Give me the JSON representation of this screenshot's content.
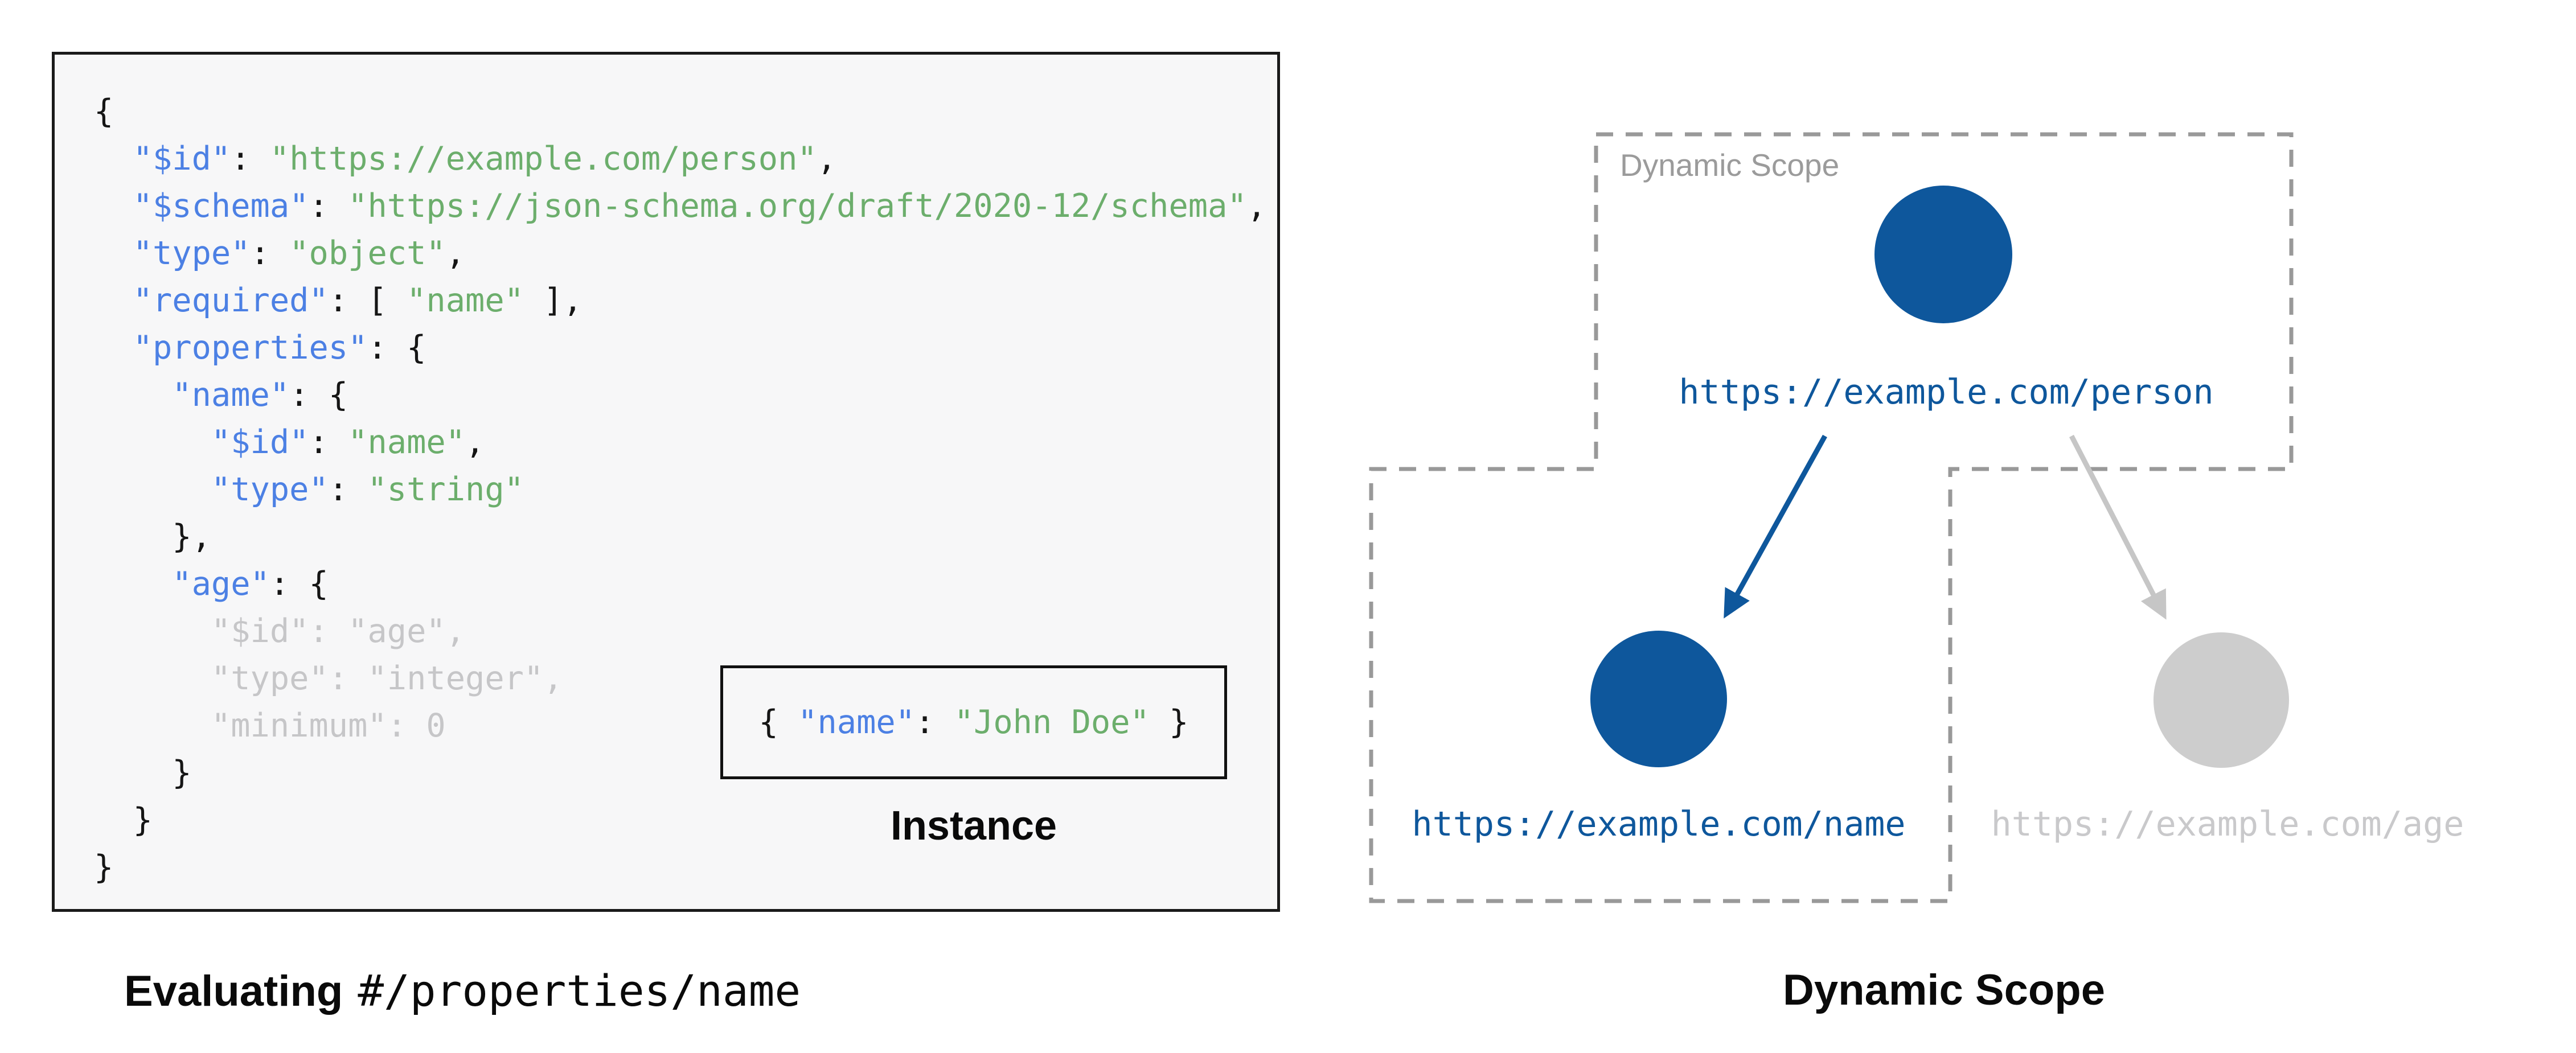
{
  "colors": {
    "node_active_blue": "#0e579c",
    "node_inactive_gray": "#cdcdcd",
    "arrow_inactive_gray": "#c6c6c6",
    "code_key_blue": "#4c80e4",
    "code_string_green": "#6cae6c",
    "code_muted_gray": "#c6c6c8",
    "dashed_border_gray": "#999999",
    "code_panel_bg": "#f7f7f8"
  },
  "schema_panel": {
    "code_lines": [
      [
        {
          "c": "punct",
          "t": "{"
        }
      ],
      [
        {
          "c": "punct",
          "t": "  "
        },
        {
          "c": "key",
          "t": "\"$id\""
        },
        {
          "c": "punct",
          "t": ": "
        },
        {
          "c": "str",
          "t": "\"https://example.com/person\""
        },
        {
          "c": "punct",
          "t": ","
        }
      ],
      [
        {
          "c": "punct",
          "t": "  "
        },
        {
          "c": "key",
          "t": "\"$schema\""
        },
        {
          "c": "punct",
          "t": ": "
        },
        {
          "c": "str",
          "t": "\"https://json-schema.org/draft/2020-12/schema\""
        },
        {
          "c": "punct",
          "t": ","
        }
      ],
      [
        {
          "c": "punct",
          "t": "  "
        },
        {
          "c": "key",
          "t": "\"type\""
        },
        {
          "c": "punct",
          "t": ": "
        },
        {
          "c": "str",
          "t": "\"object\""
        },
        {
          "c": "punct",
          "t": ","
        }
      ],
      [
        {
          "c": "punct",
          "t": "  "
        },
        {
          "c": "key",
          "t": "\"required\""
        },
        {
          "c": "punct",
          "t": ": [ "
        },
        {
          "c": "str",
          "t": "\"name\""
        },
        {
          "c": "punct",
          "t": " ],"
        }
      ],
      [
        {
          "c": "punct",
          "t": "  "
        },
        {
          "c": "key",
          "t": "\"properties\""
        },
        {
          "c": "punct",
          "t": ": {"
        }
      ],
      [
        {
          "c": "punct",
          "t": "    "
        },
        {
          "c": "key",
          "t": "\"name\""
        },
        {
          "c": "punct",
          "t": ": {"
        }
      ],
      [
        {
          "c": "punct",
          "t": "      "
        },
        {
          "c": "key",
          "t": "\"$id\""
        },
        {
          "c": "punct",
          "t": ": "
        },
        {
          "c": "str",
          "t": "\"name\""
        },
        {
          "c": "punct",
          "t": ","
        }
      ],
      [
        {
          "c": "punct",
          "t": "      "
        },
        {
          "c": "key",
          "t": "\"type\""
        },
        {
          "c": "punct",
          "t": ": "
        },
        {
          "c": "str",
          "t": "\"string\""
        }
      ],
      [
        {
          "c": "punct",
          "t": "    },"
        }
      ],
      [
        {
          "c": "punct",
          "t": "    "
        },
        {
          "c": "key",
          "t": "\"age\""
        },
        {
          "c": "punct",
          "t": ": {"
        }
      ],
      [
        {
          "c": "muted",
          "t": "      \"$id\": \"age\","
        }
      ],
      [
        {
          "c": "muted",
          "t": "      \"type\": \"integer\","
        }
      ],
      [
        {
          "c": "muted",
          "t": "      \"minimum\": 0"
        }
      ],
      [
        {
          "c": "punct",
          "t": "    }"
        }
      ],
      [
        {
          "c": "punct",
          "t": "  }"
        }
      ],
      [
        {
          "c": "punct",
          "t": "}"
        }
      ]
    ],
    "instance_box": {
      "code_lines": [
        [
          {
            "c": "punct",
            "t": "{ "
          },
          {
            "c": "key",
            "t": "\"name\""
          },
          {
            "c": "punct",
            "t": ": "
          },
          {
            "c": "str",
            "t": "\"John Doe\""
          },
          {
            "c": "punct",
            "t": " }"
          }
        ]
      ],
      "label": "Instance"
    },
    "caption": {
      "bold_text": "Evaluating",
      "mono_text": "#/properties/name"
    }
  },
  "dynamic_scope_panel": {
    "scope_label": "Dynamic Scope",
    "nodes": {
      "person": {
        "url": "https://example.com/person",
        "state": "active"
      },
      "name": {
        "url": "https://example.com/name",
        "state": "active"
      },
      "age": {
        "url": "https://example.com/age",
        "state": "inactive"
      }
    },
    "caption": "Dynamic Scope"
  }
}
